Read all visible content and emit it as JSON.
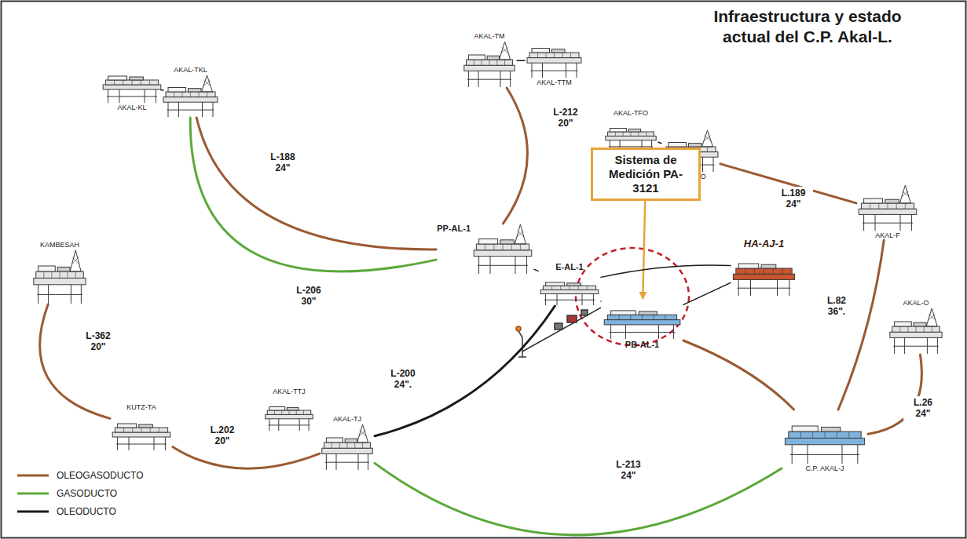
{
  "diagram": {
    "title": "Infraestructura y estado actual del C.P. Akal-L.",
    "nodes": [
      {
        "text": [
          "AKAL-TKL"
        ]
      },
      {
        "text": [
          "AKAL-KL"
        ]
      },
      {
        "text": [
          "AKAL-TM"
        ]
      },
      {
        "text": [
          "AKAL-TTM"
        ]
      },
      {
        "text": [
          "AKAL-TFO"
        ]
      },
      {
        "text": [
          "AKAL-FO"
        ]
      },
      {
        "text": [
          "Sistema de Medición PA-3121"
        ]
      },
      {
        "text": [
          "PP-AL-1"
        ]
      },
      {
        "text": [
          "E-AL-1"
        ]
      },
      {
        "text": [
          "HA-AJ-1"
        ]
      },
      {
        "text": [
          "AKAL-F"
        ]
      },
      {
        "text": [
          "KAMBESAH"
        ]
      },
      {
        "text": [
          "PB-AL-1"
        ]
      },
      {
        "text": [
          "AKAL-O"
        ]
      },
      {
        "text": [
          "KUTZ-TA"
        ]
      },
      {
        "text": [
          "AKAL-TTJ"
        ]
      },
      {
        "text": [
          "AKAL-TJ"
        ]
      },
      {
        "text": [
          "C.P. AKAL-J"
        ]
      }
    ],
    "edges": [
      {
        "from": 1,
        "to": 0,
        "arrow": "none"
      },
      {
        "from": 7,
        "to": 0,
        "label": "L-188 24\"",
        "arrow": "none"
      },
      {
        "from": 7,
        "to": 0,
        "label": "L-206 30\"",
        "arrow": "none"
      },
      {
        "from": 2,
        "to": 7,
        "label": "L-212 20\"",
        "arrow": "none"
      },
      {
        "from": 4,
        "to": 5,
        "arrow": "none"
      },
      {
        "from": 2,
        "to": 3,
        "arrow": "none"
      },
      {
        "from": 5,
        "to": 10,
        "label": "L.189 24\"",
        "arrow": "none"
      },
      {
        "from": 6,
        "to": 12,
        "arrow": "to"
      },
      {
        "from": 7,
        "to": 8,
        "arrow": "none"
      },
      {
        "from": 8,
        "to": 12,
        "arrow": "none"
      },
      {
        "from": 12,
        "to": 9,
        "arrow": "none"
      },
      {
        "from": 8,
        "to": 9,
        "arrow": "none"
      },
      {
        "from": 11,
        "to": 14,
        "label": "L-362 20\"",
        "arrow": "none"
      },
      {
        "from": 14,
        "to": 16,
        "label": "L.202 20\"",
        "arrow": "none"
      },
      {
        "from": 16,
        "to": 8,
        "label": "L-200 24\".",
        "arrow": "none"
      },
      {
        "from": 16,
        "to": 17,
        "label": "L-213 24\"",
        "arrow": "none"
      },
      {
        "from": 17,
        "to": 10,
        "label": "L.82 36\".",
        "arrow": "none"
      },
      {
        "from": 13,
        "to": 17,
        "label": "L.26 24\"",
        "arrow": "none"
      },
      {
        "from": 17,
        "to": 12,
        "arrow": "none"
      }
    ],
    "legend": [
      {
        "text": "OLEOGASODUCTO"
      },
      {
        "text": "GASODUCTO"
      },
      {
        "text": "OLEODUCTO"
      }
    ]
  }
}
